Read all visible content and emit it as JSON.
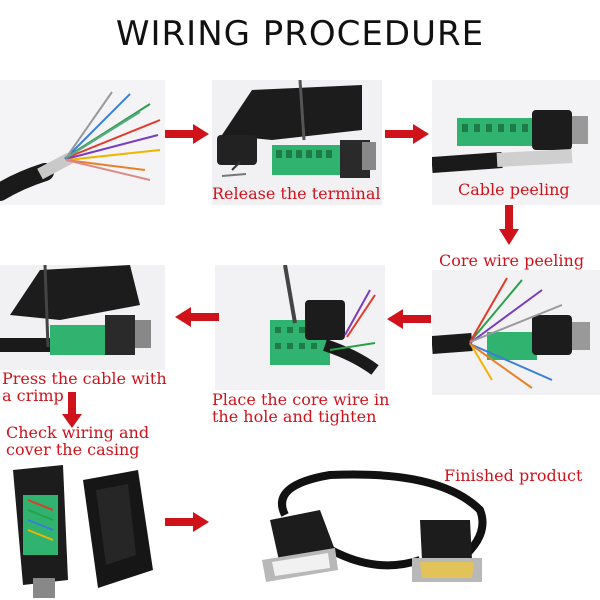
{
  "title": "WIRING PROCEDURE",
  "captions": {
    "release": "Release the terminal",
    "peeling": "Cable peeling",
    "core": "Core wire peeling",
    "place_1": "Place the core wire in",
    "place_2": "the hole and tighten",
    "crimp_1": "Press the cable with",
    "crimp_2": "a crimp",
    "check_1": "Check wiring and",
    "check_2": "cover the casing",
    "finished": "Finished product"
  },
  "colors": {
    "caption": "#d0121b",
    "arrow": "#d0121b",
    "terminal": "#2fb36f",
    "connector": "#1a1a1a"
  }
}
